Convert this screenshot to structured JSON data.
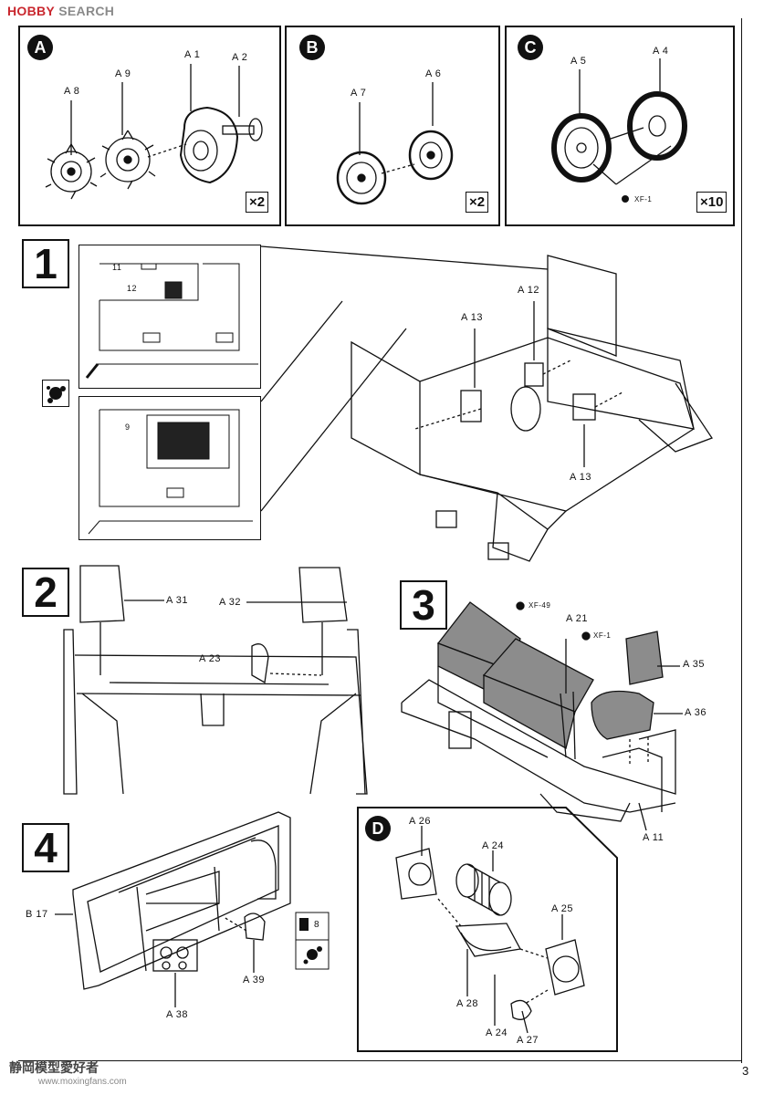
{
  "watermark": {
    "brand_red": "HOBBY",
    "brand_grey": "SEARCH",
    "bottom_cn": "静岡模型愛好者",
    "bottom_url": "www.moxingfans.com"
  },
  "page_number": "3",
  "panels": {
    "A": {
      "badge": "A",
      "parts": [
        "A 8",
        "A 9",
        "A 1",
        "A 2"
      ],
      "multiplier": "×2"
    },
    "B": {
      "badge": "B",
      "parts": [
        "A 7",
        "A 6"
      ],
      "multiplier": "×2"
    },
    "C": {
      "badge": "C",
      "parts": [
        "A 5",
        "A 4"
      ],
      "paint": "XF-1",
      "multiplier": "×10"
    },
    "D": {
      "badge": "D",
      "parts": [
        "A 26",
        "A 24",
        "A 25",
        "A 28",
        "A 24",
        "A 27"
      ]
    }
  },
  "steps": {
    "s1": {
      "number": "1",
      "parts": [
        "A 12",
        "A 13",
        "A 13"
      ],
      "inset_callouts": [
        "11",
        "12",
        "9"
      ]
    },
    "s2": {
      "number": "2",
      "parts": [
        "A 31",
        "A 32",
        "A 23"
      ]
    },
    "s3": {
      "number": "3",
      "parts": [
        "A 21",
        "A 35",
        "A 36",
        "A 11"
      ],
      "paints": [
        "XF-49",
        "XF-1"
      ]
    },
    "s4": {
      "number": "4",
      "parts": [
        "B 17",
        "A 39",
        "A 38"
      ],
      "callout": "8"
    }
  },
  "colors": {
    "ink": "#111111",
    "seat_grey": "#8c8c8c",
    "brand_red": "#c9272e"
  }
}
